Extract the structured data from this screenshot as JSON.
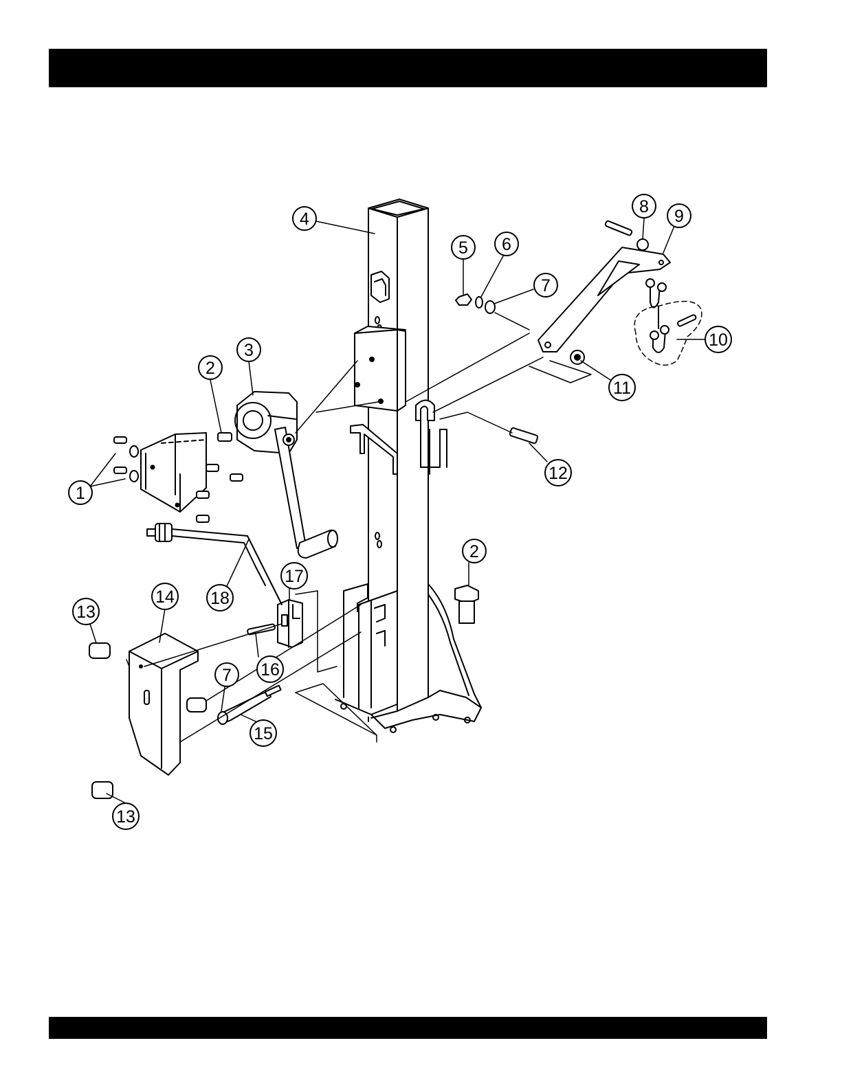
{
  "callouts": [
    {
      "id": "c1",
      "label": "1"
    },
    {
      "id": "c2a",
      "label": "2"
    },
    {
      "id": "c3",
      "label": "3"
    },
    {
      "id": "c4",
      "label": "4"
    },
    {
      "id": "c5",
      "label": "5"
    },
    {
      "id": "c6",
      "label": "6"
    },
    {
      "id": "c7a",
      "label": "7"
    },
    {
      "id": "c8",
      "label": "8"
    },
    {
      "id": "c9",
      "label": "9"
    },
    {
      "id": "c10",
      "label": "10"
    },
    {
      "id": "c11",
      "label": "11"
    },
    {
      "id": "c12",
      "label": "12"
    },
    {
      "id": "c2b",
      "label": "2"
    },
    {
      "id": "c17",
      "label": "17"
    },
    {
      "id": "c18",
      "label": "18"
    },
    {
      "id": "c13a",
      "label": "13"
    },
    {
      "id": "c14",
      "label": "14"
    },
    {
      "id": "c16",
      "label": "16"
    },
    {
      "id": "c7b",
      "label": "7"
    },
    {
      "id": "c15",
      "label": "15"
    },
    {
      "id": "c13b",
      "label": "13"
    }
  ]
}
